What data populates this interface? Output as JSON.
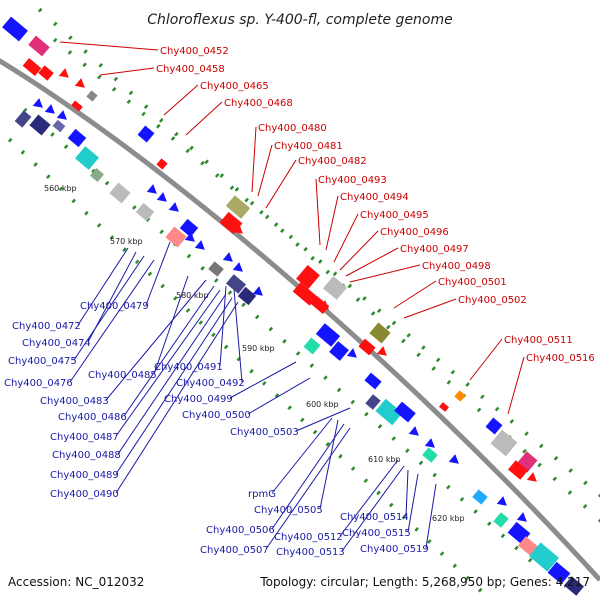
{
  "title": "Chloroflexus sp. Y-400-fl, complete genome",
  "footer": {
    "accession": "Accession: NC_012032",
    "summary": "Topology: circular; Length: 5,268,950 bp; Genes: 4,217"
  },
  "colors": {
    "backbone": "#8c8c8c",
    "forward_gene": "#1414ff",
    "reverse_gene": "#ff1010",
    "tick": "#2e8b2e",
    "label_red": "#cc0000",
    "label_blue": "#1a1aa6"
  },
  "kbp_ticks": [
    "560 kbp",
    "570 kbp",
    "580 kbp",
    "590 kbp",
    "600 kbp",
    "610 kbp",
    "620 kbp"
  ],
  "genes_top": [
    "Chy400_0452",
    "Chy400_0458",
    "Chy400_0465",
    "Chy400_0468",
    "Chy400_0480",
    "Chy400_0481",
    "Chy400_0482",
    "Chy400_0493",
    "Chy400_0494",
    "Chy400_0495",
    "Chy400_0496",
    "Chy400_0497",
    "Chy400_0498",
    "Chy400_0501",
    "Chy400_0502",
    "Chy400_0511",
    "Chy400_0516"
  ],
  "genes_bottom": [
    "Chy400_0479",
    "Chy400_0472",
    "Chy400_0474",
    "Chy400_0475",
    "Chy400_0476",
    "Chy400_0483",
    "Chy400_0486",
    "Chy400_0487",
    "Chy400_0488",
    "Chy400_0489",
    "Chy400_0490",
    "Chy400_0485",
    "Chy400_0491",
    "Chy400_0492",
    "Chy400_0499",
    "Chy400_0500",
    "Chy400_0503",
    "rpmG",
    "Chy400_0505",
    "Chy400_0506",
    "Chy400_0507",
    "Chy400_0512",
    "Chy400_0513",
    "Chy400_0514",
    "Chy400_0515",
    "Chy400_0519"
  ]
}
